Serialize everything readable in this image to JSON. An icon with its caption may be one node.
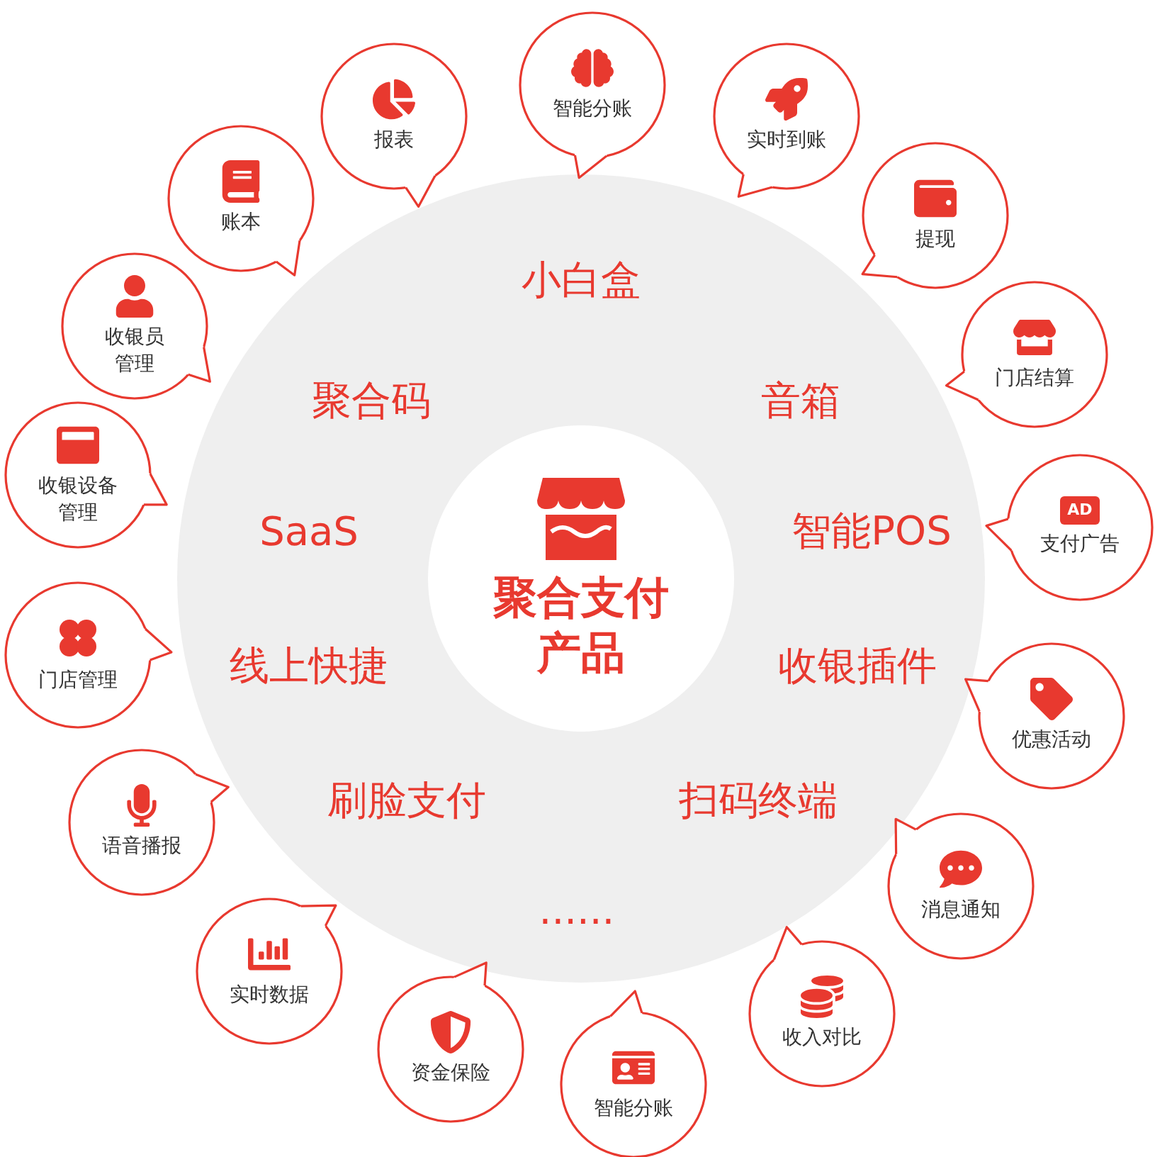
{
  "diagram": {
    "nodes": [
      {
        "text": [
          "小白盒",
          "聚合码",
          "音箱",
          "SaaS",
          "智能POS",
          "线上快捷",
          "收银插件",
          "刷脸支付",
          "扫码终端",
          "······"
        ]
      },
      {
        "text": [
          "聚合支付产品"
        ],
        "in": 0
      },
      {
        "text": [
          "智能分账"
        ]
      },
      {
        "text": [
          "实时到账"
        ]
      },
      {
        "text": [
          "提现"
        ]
      },
      {
        "text": [
          "门店结算"
        ]
      },
      {
        "text": [
          "AD",
          "支付广告"
        ]
      },
      {
        "text": [
          "优惠活动"
        ]
      },
      {
        "text": [
          "消息通知"
        ]
      },
      {
        "text": [
          "收入对比"
        ]
      },
      {
        "text": [
          "智能分账"
        ]
      },
      {
        "text": [
          "资金保险"
        ]
      },
      {
        "text": [
          "实时数据"
        ]
      },
      {
        "text": [
          "语音播报"
        ]
      },
      {
        "text": [
          "门店管理"
        ]
      },
      {
        "text": [
          "收银设备管理"
        ]
      },
      {
        "text": [
          "收银员管理"
        ]
      },
      {
        "text": [
          "账本"
        ]
      },
      {
        "text": [
          "报表"
        ]
      }
    ]
  }
}
